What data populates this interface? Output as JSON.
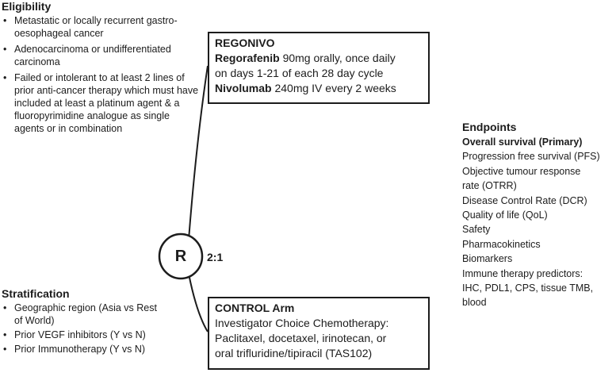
{
  "eligibility": {
    "heading": "Eligibility",
    "items": [
      "Metastatic or locally recurrent gastro-oesophageal cancer",
      "Adenocarcinoma or undifferentiated  carcinoma",
      "Failed or intolerant to at least 2 lines of prior anti-cancer therapy which must have included at least a platinum agent & a fluoropyrimidine analogue as single agents or in combination"
    ]
  },
  "stratification": {
    "heading": "Stratification",
    "items": [
      "Geographic region (Asia vs Rest of World)",
      "Prior VEGF inhibitors (Y vs N)",
      "Prior Immunotherapy (Y vs N)"
    ]
  },
  "randomisation": {
    "symbol": "R",
    "ratio": "2:1"
  },
  "regonivo_arm": {
    "title": "REGONIVO",
    "drug1_name": "Regorafenib",
    "drug1_dose": " 90mg orally, once daily",
    "drug1_schedule": "on days 1-21 of each 28 day cycle",
    "drug2_name": "Nivolumab",
    "drug2_dose": " 240mg IV every 2 weeks"
  },
  "control_arm": {
    "title": "CONTROL Arm",
    "lines": [
      "Investigator Choice Chemotherapy:",
      "Paclitaxel, docetaxel, irinotecan, or",
      "oral trifluridine/tipiracil (TAS102)"
    ]
  },
  "endpoints": {
    "heading": "Endpoints",
    "primary": "Overall  survival (Primary)",
    "lines": [
      "Progression free survival (PFS)",
      "Objective  tumour response",
      "rate (OTRR)",
      "Disease Control Rate (DCR)",
      "Quality of life  (QoL)",
      "Safety",
      "Pharmacokinetics",
      "Biomarkers",
      "Immune therapy predictors:",
      "IHC, PDL1, CPS, tissue TMB,",
      "blood"
    ]
  }
}
